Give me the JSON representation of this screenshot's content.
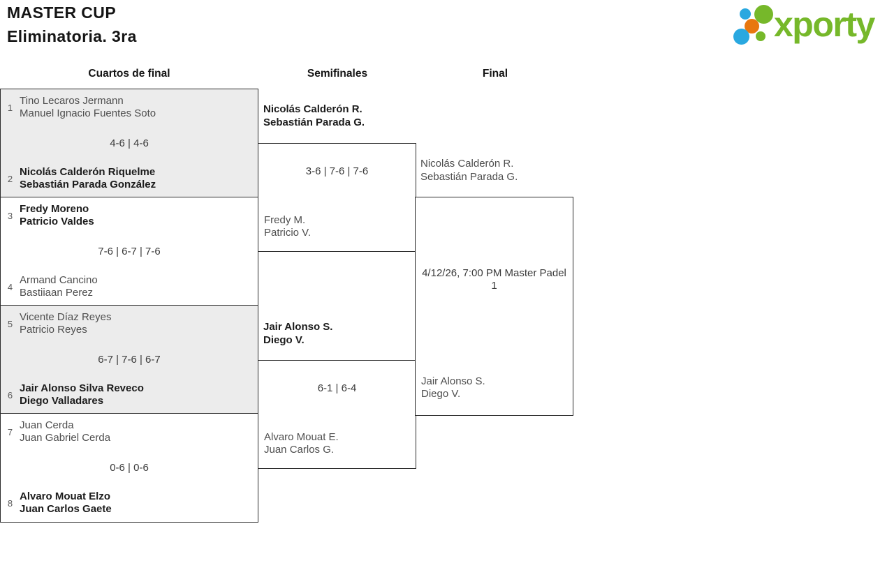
{
  "page": {
    "title_line1": "MASTER CUP",
    "title_line2": "Eliminatoria. 3ra"
  },
  "logo": {
    "text": "xporty",
    "green": "#76b82a",
    "blue": "#29a8e0",
    "orange": "#e8770e"
  },
  "columns": {
    "quarterfinals": "Cuartos de final",
    "semifinals": "Semifinales",
    "final": "Final"
  },
  "colors": {
    "box_border": "#2b2b2b",
    "box_gray_bg": "#ececec",
    "winner_text": "#1c1c1c",
    "team_text": "#4e4e4e",
    "score_text": "#3a3a3a"
  },
  "quarterfinals": [
    {
      "seed_top": "1",
      "top_line1": "Tino Lecaros Jermann",
      "top_line2": "Manuel Ignacio Fuentes Soto",
      "score": "4-6 | 4-6",
      "seed_bottom": "2",
      "bottom_line1": "Nicolás Calderón Riquelme",
      "bottom_line2": "Sebastián Parada González"
    },
    {
      "seed_top": "3",
      "top_line1": "Fredy Moreno",
      "top_line2": "Patricio Valdes",
      "score": "7-6 | 6-7 | 7-6",
      "seed_bottom": "4",
      "bottom_line1": "Armand Cancino",
      "bottom_line2": "Bastiiaan Perez"
    },
    {
      "seed_top": "5",
      "top_line1": "Vicente Díaz Reyes",
      "top_line2": "Patricio Reyes",
      "score": "6-7 | 7-6 | 6-7",
      "seed_bottom": "6",
      "bottom_line1": "Jair Alonso Silva Reveco",
      "bottom_line2": "Diego Valladares"
    },
    {
      "seed_top": "7",
      "top_line1": "Juan Cerda",
      "top_line2": "Juan Gabriel Cerda",
      "score": "0-6 | 0-6",
      "seed_bottom": "8",
      "bottom_line1": "Alvaro Mouat Elzo",
      "bottom_line2": "Juan Carlos Gaete"
    }
  ],
  "semifinals": [
    {
      "top_line1": "Nicolás Calderón R.",
      "top_line2": "Sebastián Parada G.",
      "score": "3-6 | 7-6 | 7-6",
      "bottom_line1": "Fredy M.",
      "bottom_line2": "Patricio V."
    },
    {
      "top_line1": "Jair Alonso S.",
      "top_line2": "Diego V.",
      "score": "6-1 | 6-4",
      "bottom_line1": "Alvaro Mouat E.",
      "bottom_line2": "Juan Carlos G."
    }
  ],
  "final": {
    "top_line1": "Nicolás Calderón R.",
    "top_line2": "Sebastián Parada G.",
    "schedule": "4/12/26, 7:00 PM Master Padel 1",
    "bottom_line1": "Jair Alonso S.",
    "bottom_line2": "Diego V."
  }
}
